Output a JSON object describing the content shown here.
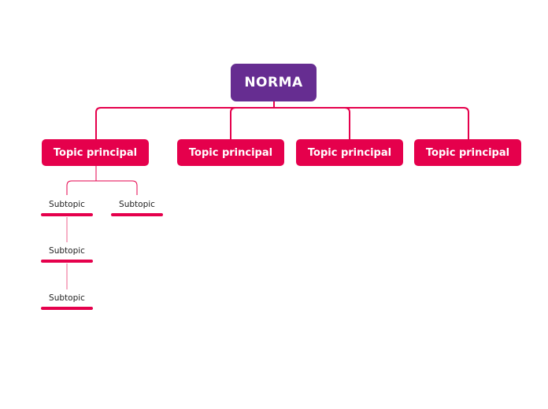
{
  "central_topic": {
    "label": "NORMA",
    "color": "#662d91"
  },
  "main_topics": [
    {
      "label": "Topic principal",
      "color": "#e5004c",
      "subtopics": [
        {
          "label": "Subtopic",
          "children": [
            {
              "label": "Subtopic",
              "children": [
                {
                  "label": "Subtopic"
                }
              ]
            }
          ]
        },
        {
          "label": "Subtopic"
        }
      ]
    },
    {
      "label": "Topic principal",
      "color": "#e5004c"
    },
    {
      "label": "Topic principal",
      "color": "#e5004c"
    },
    {
      "label": "Topic principal",
      "color": "#e5004c"
    }
  ],
  "connector_color": "#e5004c"
}
